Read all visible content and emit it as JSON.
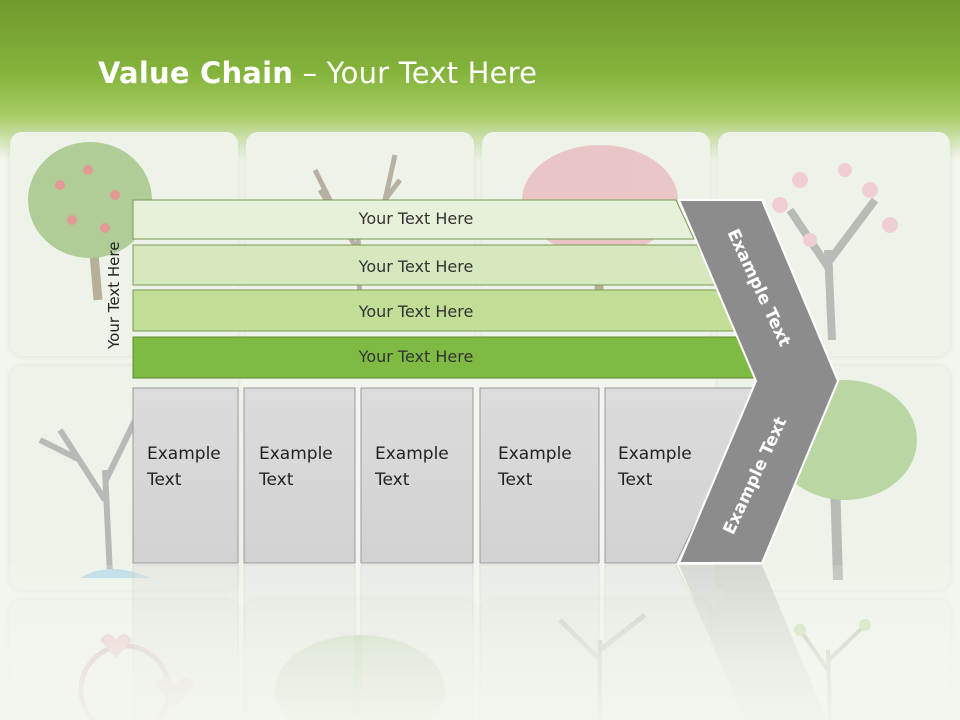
{
  "slide": {
    "title_bold": "Value Chain",
    "title_rest": " – Your Text Here",
    "vertical_label": "Your Text Here"
  },
  "ribbons": [
    {
      "label": "Your Text Here",
      "fill": "#e7f0d9"
    },
    {
      "label": "Your Text Here",
      "fill": "#d6e8bd"
    },
    {
      "label": "Your Text Here",
      "fill": "#c2dd95"
    },
    {
      "label": "Your Text Here",
      "fill": "#7fba43"
    }
  ],
  "boxes": [
    {
      "line1": "Example",
      "line2": "Text"
    },
    {
      "line1": "Example",
      "line2": "Text"
    },
    {
      "line1": "Example",
      "line2": "Text"
    },
    {
      "line1": "Example",
      "line2": "Text"
    },
    {
      "line1": "Example",
      "line2": "Text"
    }
  ],
  "arrow": {
    "top_label": "Example Text",
    "bottom_label": "Example Text",
    "color": "#8c8c8c"
  },
  "colors": {
    "header": "#84b33b",
    "box_fill": "#d9d9d9",
    "box_stroke": "#9a9a9a",
    "ribbon_stroke": "#7a9a55"
  }
}
